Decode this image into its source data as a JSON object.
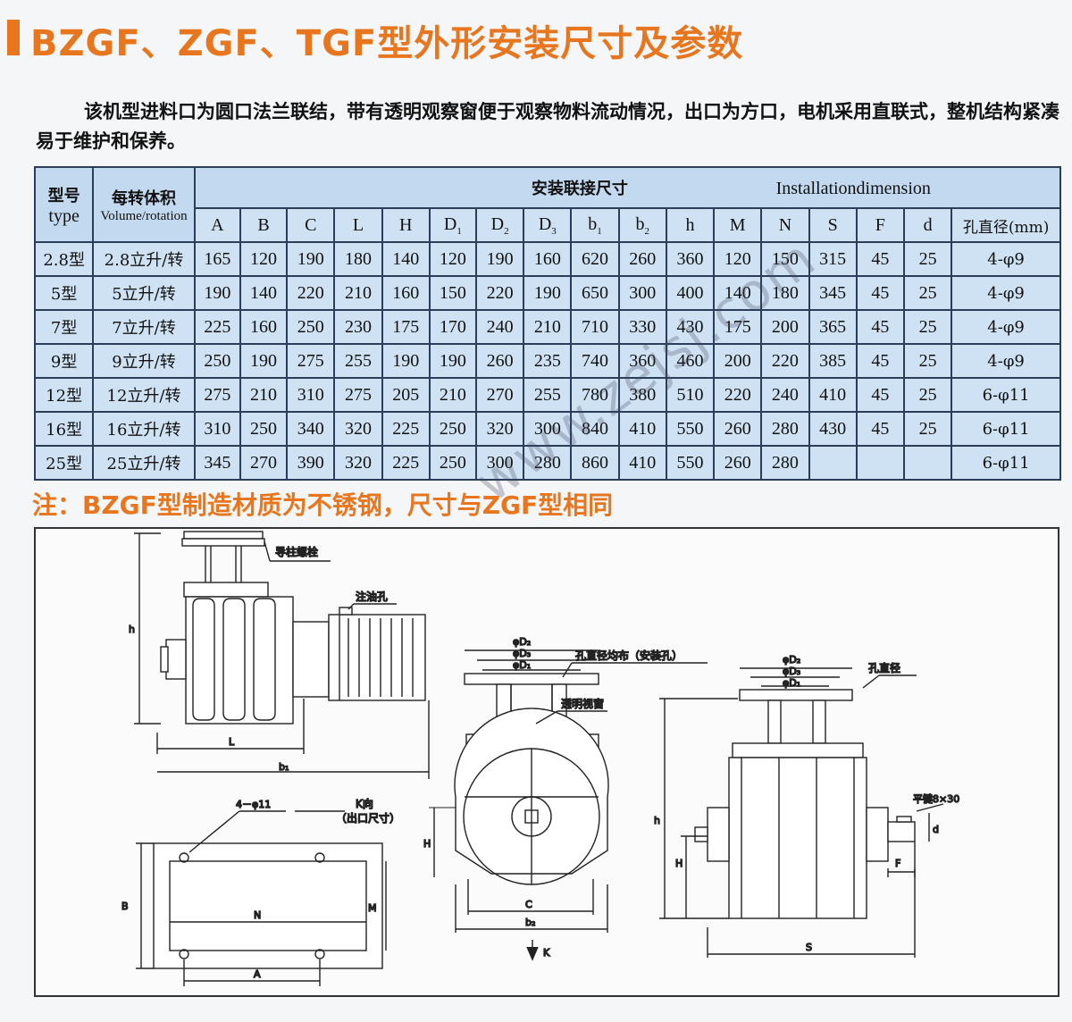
{
  "title": "BZGF、ZGF、TGF型外形安装尺寸及参数",
  "intro": "该机型进料口为圆口法兰联结，带有透明观察窗便于观察物料流动情况，出口为方口，电机采用直联式，整机结构紧凑易于维护和保养。",
  "table": {
    "model_header": "型号",
    "model_header_en": "type",
    "volume_header": "每转体积",
    "volume_header_en": "Volume/rotation",
    "group_header": "安装联接尺寸",
    "group_header_en": "Installationdimension",
    "hole_header": "孔直径(mm)",
    "rows": [
      {
        "model": "2.8型",
        "volume": "2.8立升/转",
        "A": "165",
        "B": "120",
        "C": "190",
        "L": "180",
        "H": "140",
        "D1": "120",
        "D2": "190",
        "D3": "160",
        "b1": "620",
        "b2": "260",
        "h": "360",
        "M": "120",
        "N": "150",
        "S": "315",
        "F": "45",
        "d": "25",
        "hole": "4-φ9"
      },
      {
        "model": "5型",
        "volume": "5立升/转",
        "A": "190",
        "B": "140",
        "C": "220",
        "L": "210",
        "H": "160",
        "D1": "150",
        "D2": "220",
        "D3": "190",
        "b1": "650",
        "b2": "300",
        "h": "400",
        "M": "140",
        "N": "180",
        "S": "345",
        "F": "45",
        "d": "25",
        "hole": "4-φ9"
      },
      {
        "model": "7型",
        "volume": "7立升/转",
        "A": "225",
        "B": "160",
        "C": "250",
        "L": "230",
        "H": "175",
        "D1": "170",
        "D2": "240",
        "D3": "210",
        "b1": "710",
        "b2": "330",
        "h": "430",
        "M": "175",
        "N": "200",
        "S": "365",
        "F": "45",
        "d": "25",
        "hole": "4-φ9"
      },
      {
        "model": "9型",
        "volume": "9立升/转",
        "A": "250",
        "B": "190",
        "C": "275",
        "L": "255",
        "H": "190",
        "D1": "190",
        "D2": "260",
        "D3": "235",
        "b1": "740",
        "b2": "360",
        "h": "460",
        "M": "200",
        "N": "220",
        "S": "385",
        "F": "45",
        "d": "25",
        "hole": "4-φ9"
      },
      {
        "model": "12型",
        "volume": "12立升/转",
        "A": "275",
        "B": "210",
        "C": "310",
        "L": "275",
        "H": "205",
        "D1": "210",
        "D2": "270",
        "D3": "255",
        "b1": "780",
        "b2": "380",
        "h": "510",
        "M": "220",
        "N": "240",
        "S": "410",
        "F": "45",
        "d": "25",
        "hole": "6-φ11"
      },
      {
        "model": "16型",
        "volume": "16立升/转",
        "A": "310",
        "B": "250",
        "C": "340",
        "L": "320",
        "H": "225",
        "D1": "250",
        "D2": "320",
        "D3": "300",
        "b1": "840",
        "b2": "410",
        "h": "550",
        "M": "260",
        "N": "280",
        "S": "430",
        "F": "45",
        "d": "25",
        "hole": "6-φ11"
      },
      {
        "model": "25型",
        "volume": "25立升/转",
        "A": "345",
        "B": "270",
        "C": "390",
        "L": "320",
        "H": "225",
        "D1": "250",
        "D2": "300",
        "D3": "280",
        "b1": "860",
        "b2": "410",
        "h": "550",
        "M": "260",
        "N": "280",
        "S": "",
        "F": "",
        "d": "",
        "hole": "6-φ11"
      }
    ]
  },
  "note": "注：BZGF型制造材质为不锈钢，尺寸与ZGF型相同",
  "drawing": {
    "guide_bolt": "导柱螺栓",
    "oil_hole": "注油孔",
    "hole_dist": "孔直径均布（安装孔）",
    "window": "透明视窗",
    "hole_dia": "孔直径",
    "key": "平键8×30",
    "k_view": "K向",
    "outlet": "（出口尺寸）",
    "four_phi": "4－φ11",
    "lbl_h": "h",
    "lbl_L": "L",
    "lbl_b1": "b₁",
    "lbl_b2": "b₂",
    "lbl_C": "C",
    "lbl_H": "H",
    "lbl_K": "K",
    "lbl_B": "B",
    "lbl_N": "N",
    "lbl_M": "M",
    "lbl_A": "A",
    "lbl_S": "S",
    "lbl_F": "F",
    "lbl_d": "d",
    "lbl_D1": "φD₁",
    "lbl_D2": "φD₂",
    "lbl_D3": "φD₃"
  },
  "watermark": "www.zejsj.com",
  "colors": {
    "accent": "#e8761e",
    "table_bg": "#cfe2f4",
    "border": "#2a3e5a"
  }
}
